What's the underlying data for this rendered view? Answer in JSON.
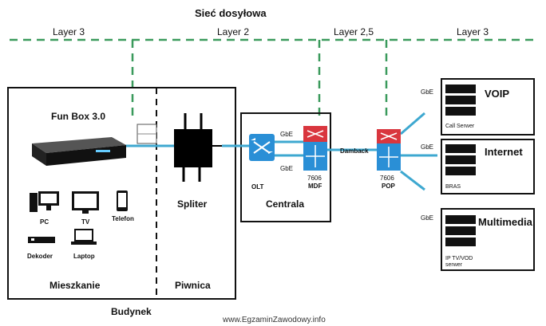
{
  "title": "Sieć dosyłowa",
  "layers": [
    "Layer 3",
    "Layer 2",
    "Layer 2,5",
    "Layer 3"
  ],
  "home": {
    "device": "Fun Box 3.0",
    "devices": [
      "PC",
      "TV",
      "Telefon",
      "Dekoder",
      "Laptop"
    ],
    "zone_left": "Mieszkanie",
    "zone_right": "Piwnica",
    "building": "Budynek",
    "splitter": "Spliter"
  },
  "centrala": {
    "label": "Centrala",
    "olt": "OLT",
    "mdf_num": "7606",
    "mdf": "MDF",
    "link_top": "GbE",
    "link_bottom": "GbE"
  },
  "pop": {
    "num": "7606",
    "label": "POP",
    "uplink": "Damback"
  },
  "services": [
    {
      "name": "VOIP",
      "server": "Call Serwer",
      "link": "GbE"
    },
    {
      "name": "Internet",
      "server": "BRAS",
      "link": "GbE"
    },
    {
      "name": "Multimedia",
      "server": "IP TV/VOD\nserwer",
      "link": "GbE"
    }
  ],
  "watermark": "www.EgzaminZawodowy.info",
  "colors": {
    "dash": "#3a9a5c",
    "link": "#3ea8d0",
    "router": "#d9363e",
    "switch": "#2a8fd6"
  }
}
